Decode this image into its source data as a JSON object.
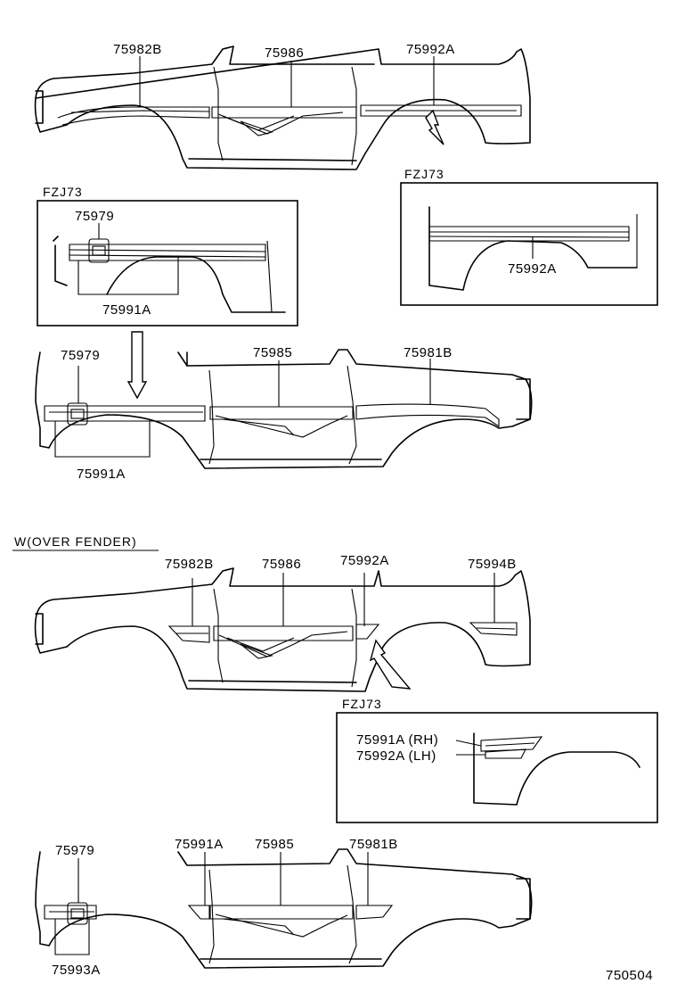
{
  "panel1": {
    "label_a": "75982B",
    "label_b": "75986",
    "label_c": "75992A"
  },
  "inset1": {
    "title": "FZJ73",
    "label_a": "75979",
    "label_b": "75991A"
  },
  "inset2": {
    "title": "FZJ73",
    "label_a": "75992A"
  },
  "panel2": {
    "label_a": "75979",
    "label_b": "75985",
    "label_c": "75981B",
    "label_d": "75991A"
  },
  "section_w": {
    "title": "W(OVER FENDER)"
  },
  "panel3": {
    "label_a": "75982B",
    "label_b": "75986",
    "label_c": "75992A",
    "label_d": "75994B"
  },
  "inset3": {
    "title": "FZJ73",
    "label_rh": "75991A (RH)",
    "label_lh": "75992A (LH)"
  },
  "panel4": {
    "label_a": "75979",
    "label_b": "75991A",
    "label_c": "75985",
    "label_d": "75981B",
    "label_e": "75993A"
  },
  "diagram_code": "750504"
}
